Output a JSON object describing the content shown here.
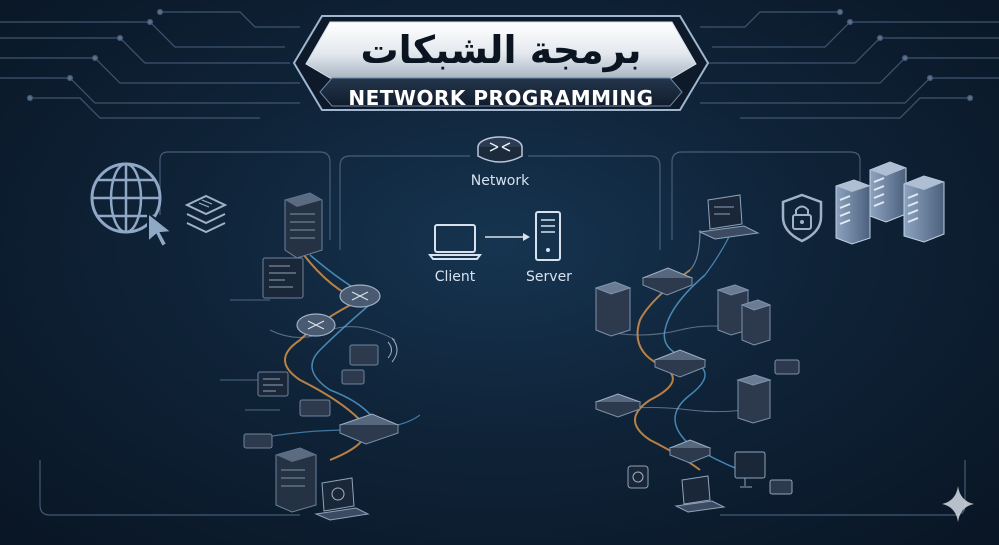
{
  "banner": {
    "title_ar": "برمجة الشبكات",
    "title_en": "NETWORK PROGRAMMING"
  },
  "diagram": {
    "network_label": "Network",
    "client_label": "Client",
    "server_label": "Server"
  },
  "icons": [
    "globe-icon",
    "cursor-icon",
    "layers-icon",
    "router-icon",
    "laptop-icon",
    "server-icon",
    "shield-lock-icon",
    "server-rack-icon",
    "sparkle-icon"
  ],
  "colors": {
    "background": "#0f2338",
    "line": "#8fa3bb",
    "glow_orange": "#f0a04b",
    "glow_blue": "#5fb0e8"
  }
}
